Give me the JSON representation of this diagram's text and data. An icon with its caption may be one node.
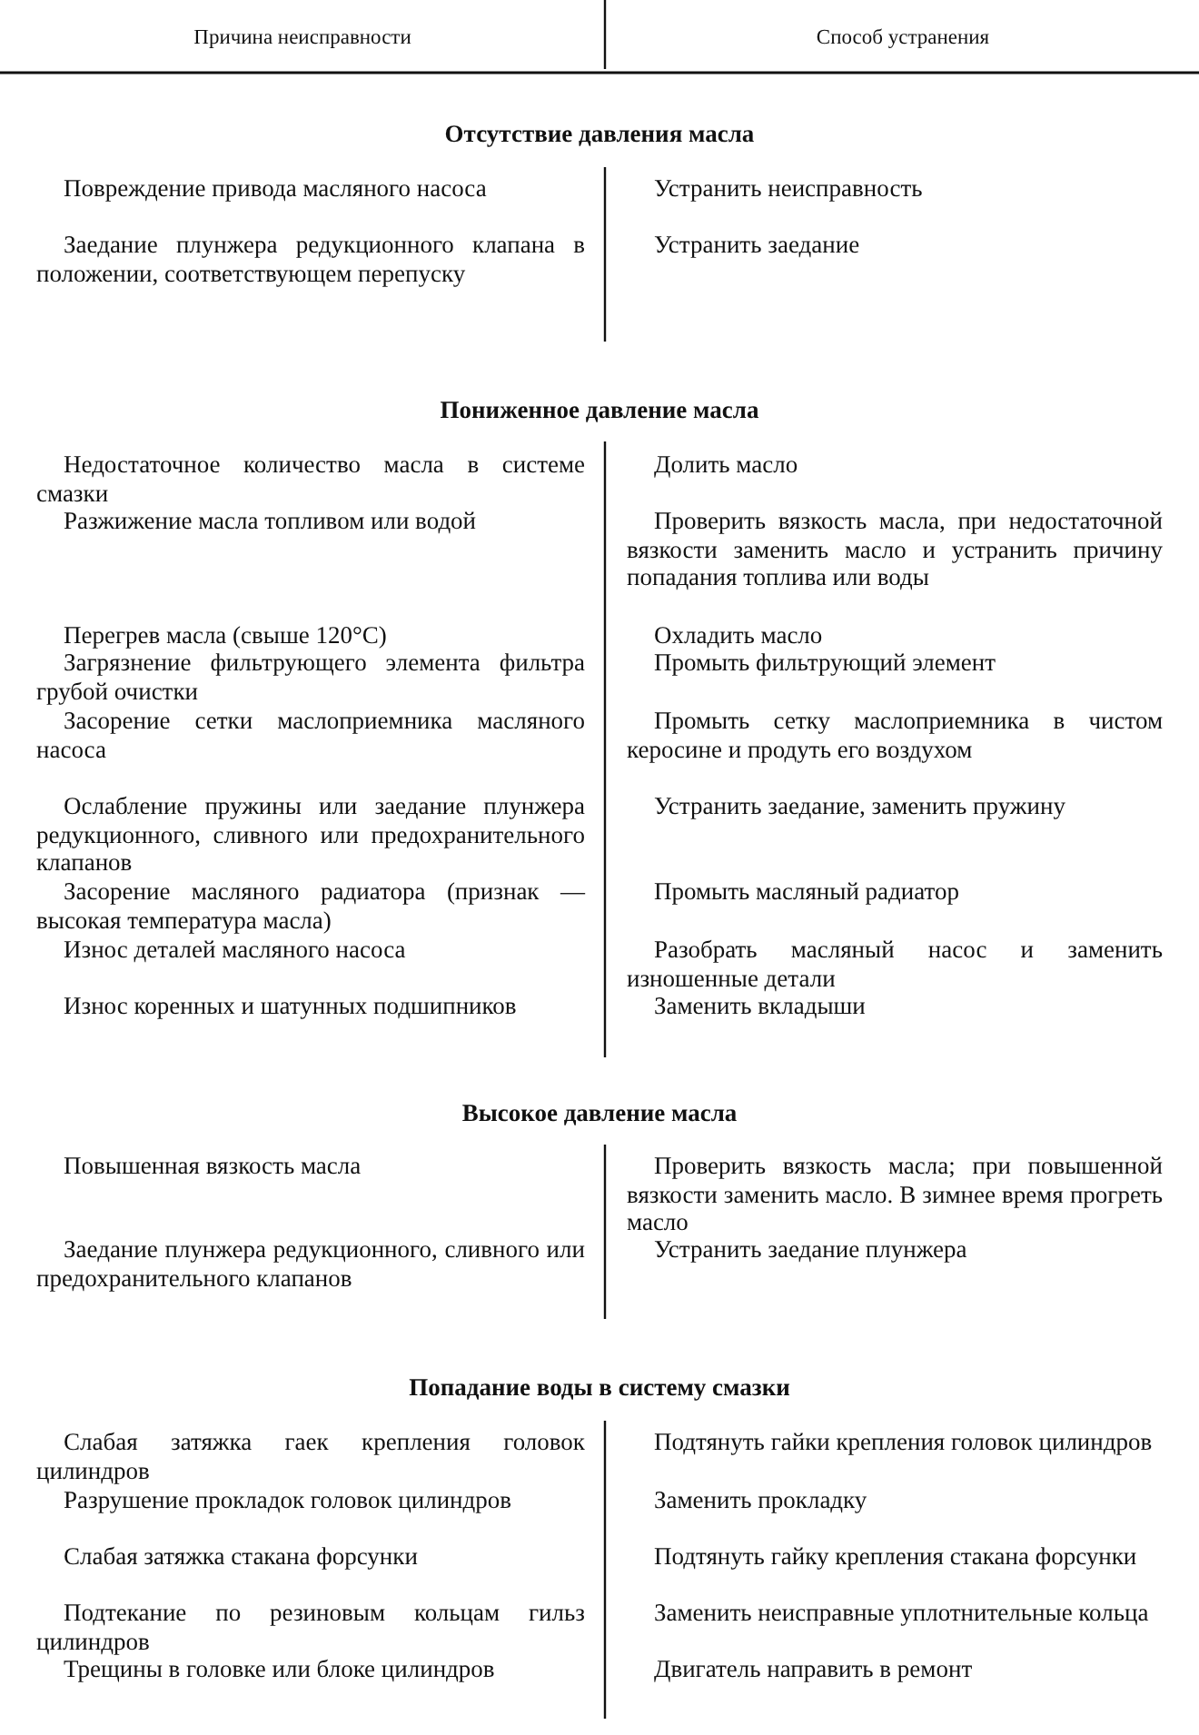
{
  "diagram": {
    "labels": [
      "Причина неисправности",
      "Способ устранения",
      "Отсутствие давления масла",
      "Повреждение привода масляного насоса",
      "Устранить неисправность",
      "Заедание плунжера редукционного клапана в положении, соответствующем перепуску",
      "Устранить заедание",
      "Пониженное давление масла",
      "Недостаточное количество масла в системе смазки",
      "Долить масло",
      "Разжижение масла топливом или водой",
      "Проверить вязкость масла, при недостаточной вязкости заменить масло и устранить причину попадания топлива или воды",
      "Перегрев масла (свыше 120°С)",
      "Охладить масло",
      "Загрязнение фильтрующего элемента фильтра грубой очистки",
      "Промыть фильтрующий элемент",
      "Засорение сетки маслоприемника масляного насоса",
      "Промыть сетку маслоприемника в чистом керосине и продуть его воздухом",
      "Ослабление пружины или заедание плунжера редукционного, сливного или предохранительного клапанов",
      "Устранить заедание, заменить пружину",
      "Засорение масляного радиатора (признак — высокая температура масла)",
      "Промыть масляный радиатор",
      "Износ деталей масляного насоса",
      "Разобрать масляный насос и заменить изношенные детали",
      "Износ коренных и шатунных подшипников",
      "Заменить вкладыши",
      "Высокое давление масла",
      "Повышенная вязкость масла",
      "Проверить вязкость масла; при повышенной вязкости заменить масло. В зимнее время прогреть масло",
      "Заедание плунжера редукционного, сливного или предохранительного клапанов",
      "Устранить заедание плунжера",
      "Попадание воды в систему смазки",
      "Слабая затяжка гаек крепления головок цилиндров",
      "Подтянуть гайки крепления головок цилиндров",
      "Разрушение прокладок головок цилиндров",
      "Заменить прокладку",
      "Слабая затяжка стакана форсунки",
      "Подтянуть гайку крепления стакана форсунки",
      "Подтекание по резиновым кольцам гильз цилиндров",
      "Заменить неисправные уплотнительные кольца",
      "Трещины в головке или блоке цилиндров",
      "Двигатель направить в ремонт"
    ]
  }
}
